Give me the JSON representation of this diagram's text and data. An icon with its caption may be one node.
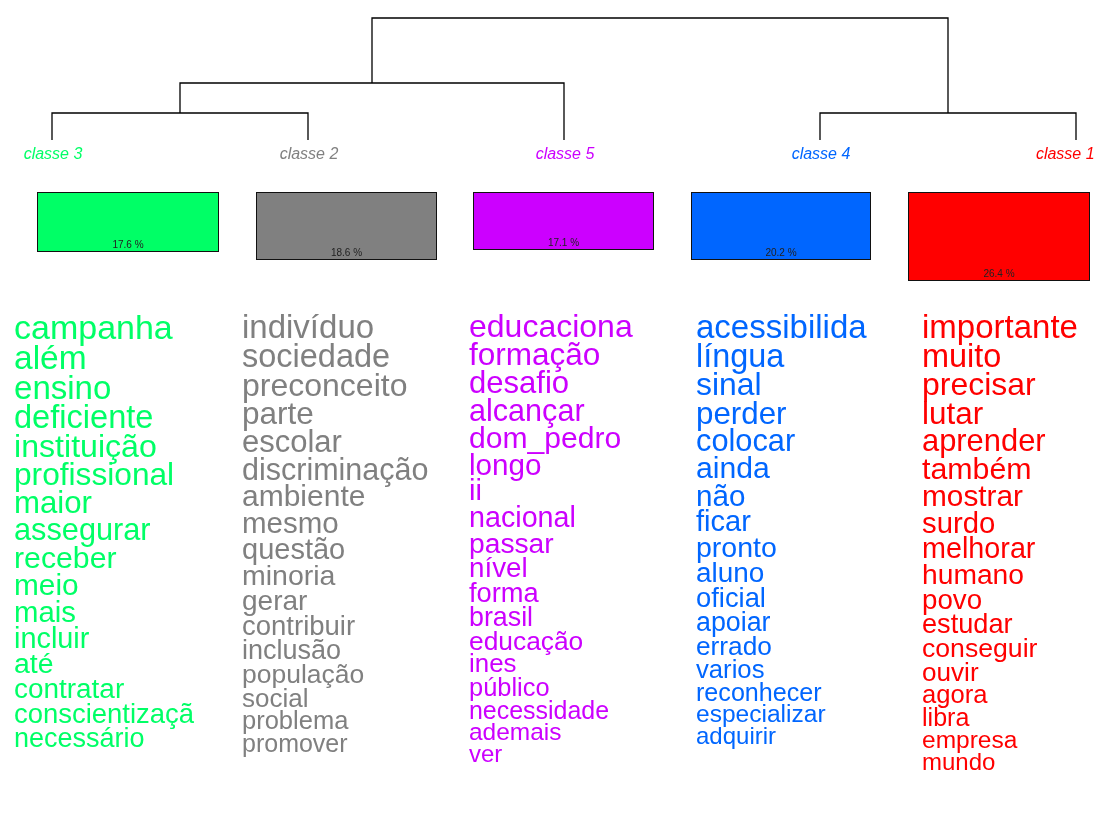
{
  "diagram": {
    "nodes": [
      {
        "text": [
          "classe 3",
          "17.6 %"
        ],
        "beside": [
          "campanha",
          "além",
          "ensino",
          "deficiente",
          "instituição",
          "profissional",
          "maior",
          "assegurar",
          "receber",
          "meio",
          "mais",
          "incluir",
          "até",
          "contratar",
          "conscientizaçã",
          "necessário"
        ]
      },
      {
        "text": [
          "classe 2",
          "18.6 %"
        ],
        "beside": [
          "indivíduo",
          "sociedade",
          "preconceito",
          "parte",
          "escolar",
          "discriminação",
          "ambiente",
          "mesmo",
          "questão",
          "minoria",
          "gerar",
          "contribuir",
          "inclusão",
          "população",
          "social",
          "problema",
          "promover"
        ]
      },
      {
        "text": [
          "classe 5",
          "17.1 %"
        ],
        "beside": [
          "educaciona",
          "formação",
          "desafio",
          "alcançar",
          "dom_pedro",
          "longo",
          "ii",
          "nacional",
          "passar",
          "nível",
          "forma",
          "brasil",
          "educação",
          "ines",
          "público",
          "necessidade",
          "ademais",
          "ver"
        ]
      },
      {
        "text": [
          "classe 4",
          "20.2 %"
        ],
        "beside": [
          "acessibilida",
          "língua",
          "sinal",
          "perder",
          "colocar",
          "ainda",
          "não",
          "ficar",
          "pronto",
          "aluno",
          "oficial",
          "apoiar",
          "errado",
          "varios",
          "reconhecer",
          "especializar",
          "adquirir"
        ]
      },
      {
        "text": [
          "classe 1",
          "26.4 %"
        ],
        "beside": [
          "importante",
          "muito",
          "precisar",
          "lutar",
          "aprender",
          "também",
          "mostrar",
          "surdo",
          "melhorar",
          "humano",
          "povo",
          "estudar",
          "conseguir",
          "ouvir",
          "agora",
          "libra",
          "empresa",
          "mundo"
        ]
      }
    ]
  }
}
